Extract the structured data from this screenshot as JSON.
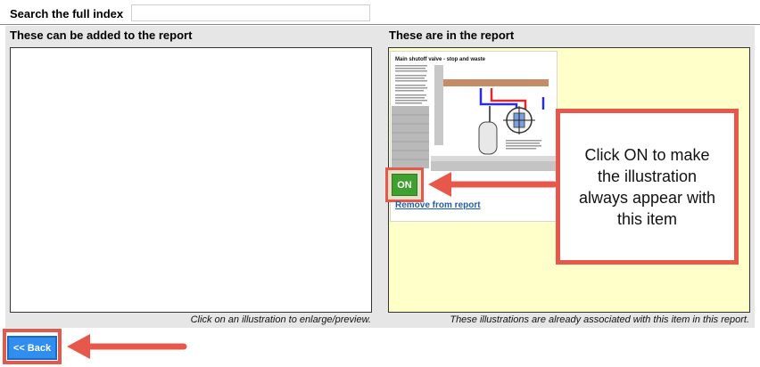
{
  "search": {
    "label": "Search the full index",
    "value": ""
  },
  "left_column": {
    "title": "These can be added to the report",
    "caption": "Click on an illustration to enlarge/preview."
  },
  "right_column": {
    "title": "These are in the report",
    "caption": "These illustrations are already associated with this item in this report.",
    "item": {
      "illustration_title": "Main shutoff valve - stop and waste",
      "on_label": "ON",
      "remove_label": "Remove from report"
    }
  },
  "callout": {
    "text": "Click ON to make the illustration always appear with this item"
  },
  "back_button": {
    "label": "<< Back"
  },
  "colors": {
    "annotation_red": "#e8584a",
    "on_green": "#3fa02f",
    "back_blue": "#2f8ef0",
    "report_area_yellow": "#ffffc9",
    "link_blue": "#1f5fa8"
  }
}
